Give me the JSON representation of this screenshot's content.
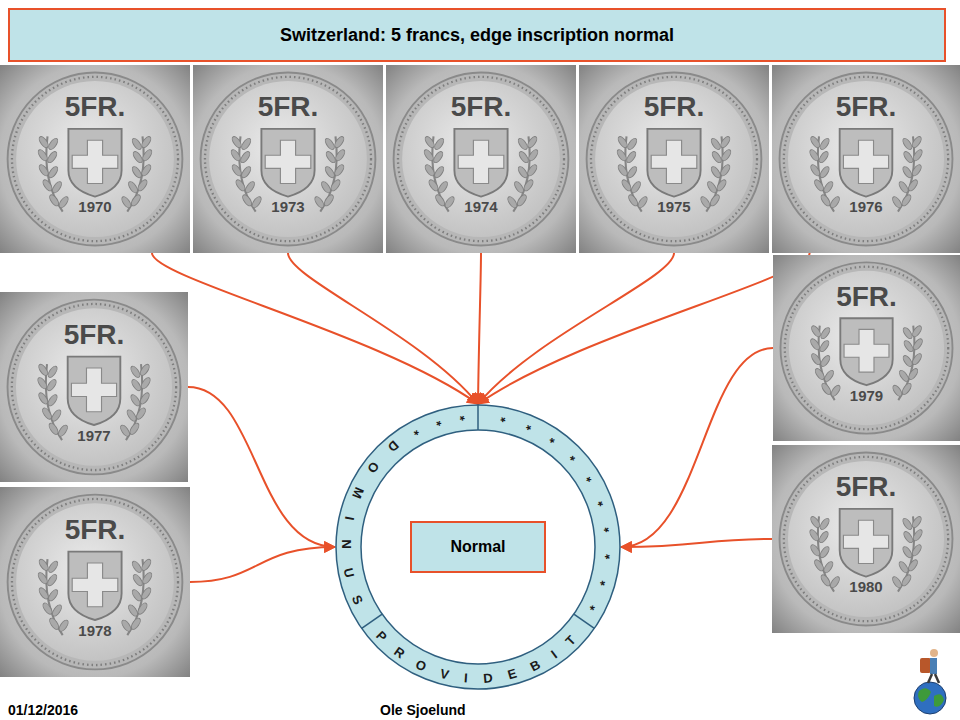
{
  "diagram": {
    "title": "Switzerland: 5 francs, edge inscription normal",
    "nodes": [
      {
        "text": [
          "5FR.",
          "1970"
        ]
      },
      {
        "text": [
          "5FR.",
          "1973"
        ]
      },
      {
        "text": [
          "5FR.",
          "1974"
        ]
      },
      {
        "text": [
          "5FR.",
          "1975"
        ]
      },
      {
        "text": [
          "5FR.",
          "1976"
        ]
      },
      {
        "text": [
          "5FR.",
          "1977"
        ]
      },
      {
        "text": [
          "5FR.",
          "1978"
        ]
      },
      {
        "text": [
          "5FR.",
          "1979"
        ]
      },
      {
        "text": [
          "5FR.",
          "1980"
        ]
      },
      {
        "text": [
          "* * * D O M I N U S",
          "P R O V I D E B I T",
          "* * * * * * * * * *"
        ]
      },
      {
        "text": [
          "Normal"
        ],
        "in": 9
      }
    ],
    "edges": [
      {
        "from": 0,
        "to": 9,
        "arrow": "to"
      },
      {
        "from": 1,
        "to": 9,
        "arrow": "to"
      },
      {
        "from": 2,
        "to": 9,
        "arrow": "to"
      },
      {
        "from": 3,
        "to": 9,
        "arrow": "to"
      },
      {
        "from": 4,
        "to": 9,
        "arrow": "to"
      },
      {
        "from": 5,
        "to": 9,
        "arrow": "to"
      },
      {
        "from": 6,
        "to": 9,
        "arrow": "to"
      },
      {
        "from": 7,
        "to": 9,
        "arrow": "to"
      },
      {
        "from": 8,
        "to": 9,
        "arrow": "to"
      }
    ],
    "labels": [
      "01/12/2016",
      "Ole Sjoelund"
    ]
  }
}
